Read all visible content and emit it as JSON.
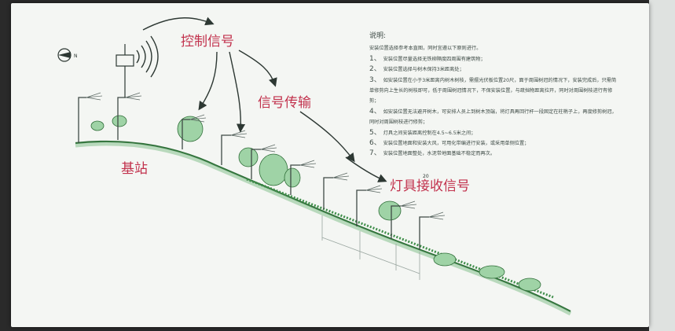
{
  "labels": {
    "control_signal": "控制信号",
    "signal_transmission": "信号传输",
    "base_station": "基站",
    "lamp_receive": "灯具接收信号",
    "compass_n": "N",
    "dim_text": "20"
  },
  "notes": {
    "title": "说明:",
    "intro": "安装位置选择参考本直图，同时宜遵以下原则进行。",
    "items": [
      {
        "num": "1、",
        "text": "安装位置尽量选择无铁柳隔度四周围有建筑物；"
      },
      {
        "num": "2、",
        "text": "安装位置选择与树木保持3米距离处；"
      },
      {
        "num": "3、",
        "text": "如安装位置在小于3米距离内树木树枝，需摆光伏板位置20尺，面于周围树冠的情况下，安装完成后，只需简单修剪向上生长的树枝即可，低于周围树冠情况下，不保安装位置，与疏挡物距离拉开，同时对周围树枝进行有修剪；"
      },
      {
        "num": "4、",
        "text": "如安装位置无法避开树木，可安排人员上到树木顶端，将灯具再回行杆一段固定在柱梢子上，再度修剪树冠，同时对周围树枝进行修剪；"
      },
      {
        "num": "5、",
        "text": "灯具之间安装距离控制在4.5~6.5米之间；"
      },
      {
        "num": "6、",
        "text": "安装位置地面和安装大风，可用化带编进行安装，或采用单侧位置；"
      },
      {
        "num": "7、",
        "text": "安装位置地面整处，水泥带地面基础不稳定而再次。"
      }
    ]
  },
  "colors": {
    "red_label": "#c2324d",
    "slope_green": "#3f8e4a",
    "tree_green": "#7fbf88",
    "lamp_grey": "#5a6762",
    "paper": "#f4f6f3"
  },
  "icons": [
    "compass-icon",
    "antenna-icon",
    "signal-wave-icon"
  ]
}
